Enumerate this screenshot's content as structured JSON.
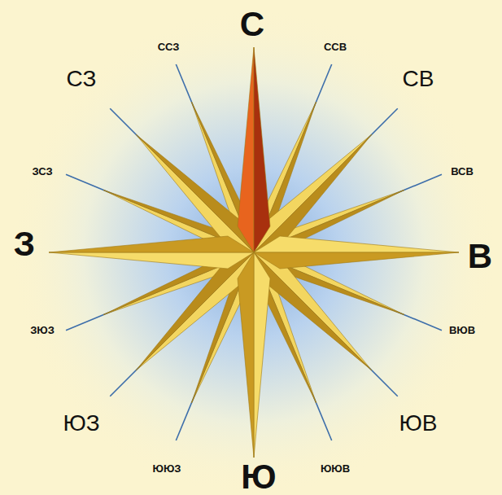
{
  "diagram": {
    "labels": [
      "С",
      "ССВ",
      "СВ",
      "ВСВ",
      "В",
      "ВЮВ",
      "ЮВ",
      "ЮЮВ",
      "Ю",
      "ЮЮЗ",
      "ЮЗ",
      "ЗЮЗ",
      "З",
      "ЗСЗ",
      "СЗ",
      "ССЗ"
    ]
  }
}
